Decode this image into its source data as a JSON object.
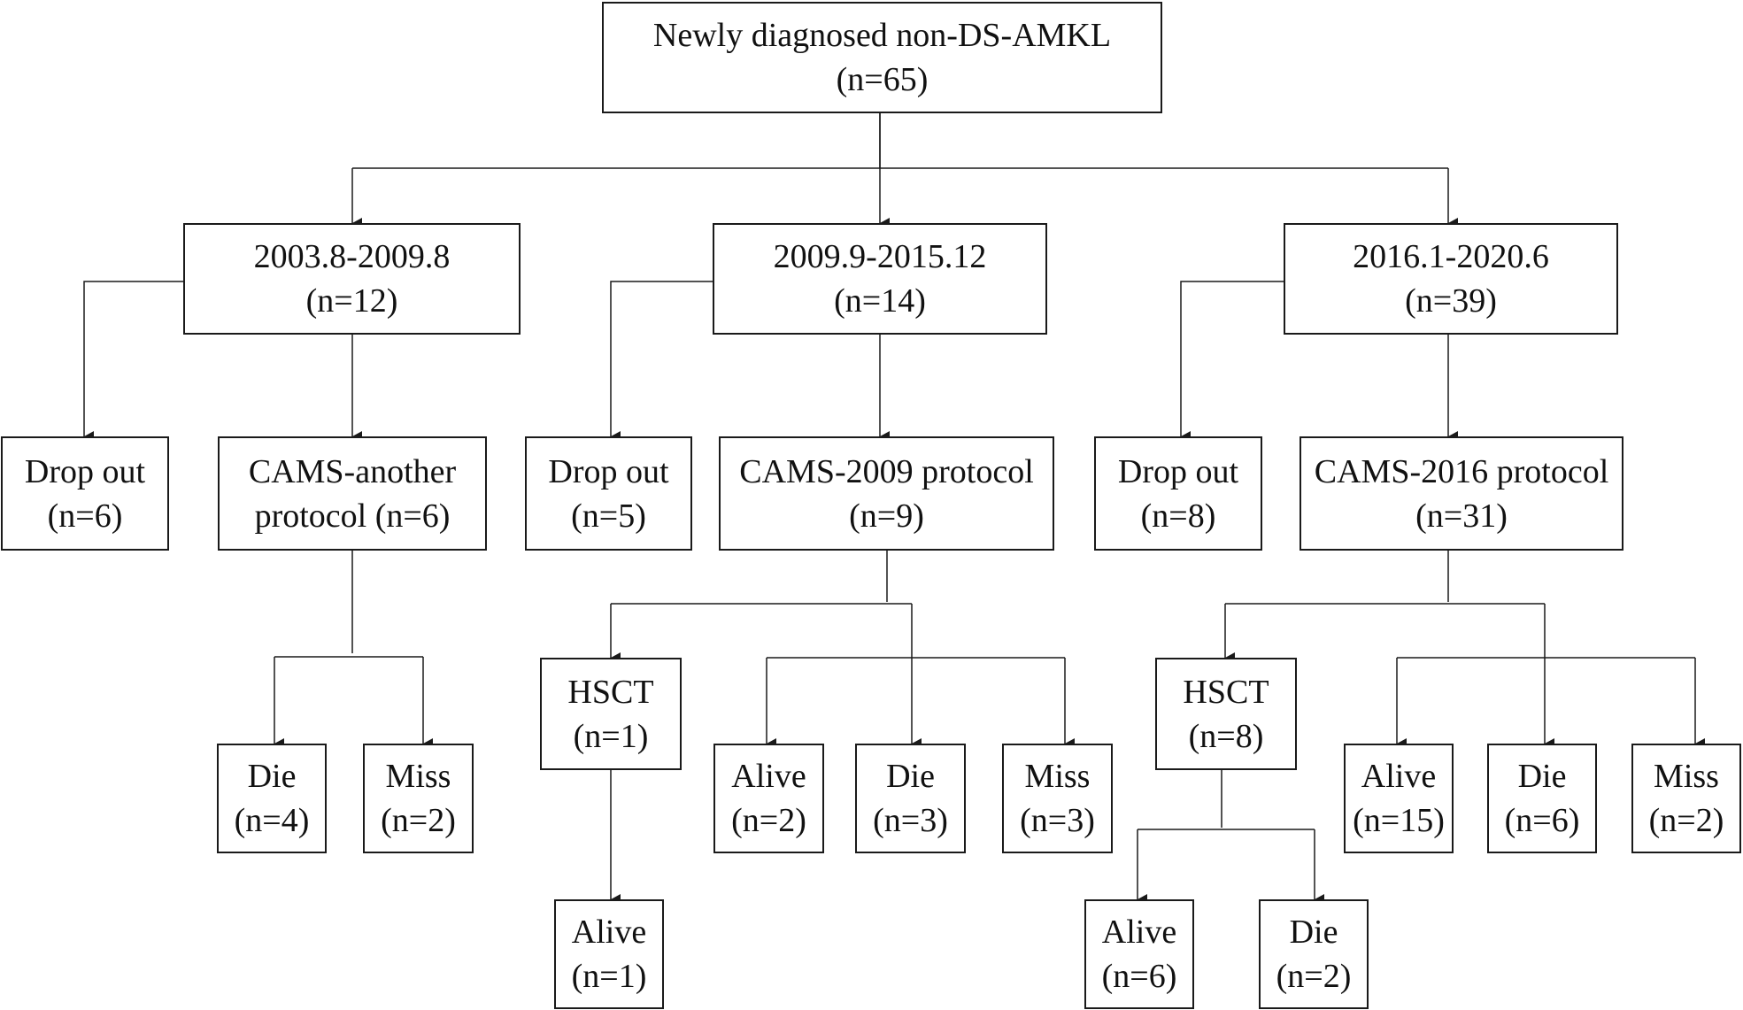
{
  "colors": {
    "line": "#1a1a1a",
    "text": "#111111",
    "background": "#ffffff"
  },
  "nodes": {
    "root": {
      "l1": "Newly diagnosed non-DS-AMKL",
      "l2": "(n=65)"
    },
    "period1": {
      "l1": "2003.8-2009.8",
      "l2": "(n=12)"
    },
    "period2": {
      "l1": "2009.9-2015.12",
      "l2": "(n=14)"
    },
    "period3": {
      "l1": "2016.1-2020.6",
      "l2": "(n=39)"
    },
    "drop1": {
      "l1": "Drop out",
      "l2": "(n=6)"
    },
    "camsAnother": {
      "l1": "CAMS-another",
      "l2": "protocol (n=6)"
    },
    "drop2": {
      "l1": "Drop out",
      "l2": "(n=5)"
    },
    "cams2009": {
      "l1": "CAMS-2009 protocol",
      "l2": "(n=9)"
    },
    "drop3": {
      "l1": "Drop out",
      "l2": "(n=8)"
    },
    "cams2016": {
      "l1": "CAMS-2016 protocol",
      "l2": "(n=31)"
    },
    "die1": {
      "l1": "Die",
      "l2": "(n=4)"
    },
    "miss1": {
      "l1": "Miss",
      "l2": "(n=2)"
    },
    "hsct2": {
      "l1": "HSCT",
      "l2": "(n=1)"
    },
    "alive2": {
      "l1": "Alive",
      "l2": "(n=2)"
    },
    "die2": {
      "l1": "Die",
      "l2": "(n=3)"
    },
    "miss2": {
      "l1": "Miss",
      "l2": "(n=3)"
    },
    "hsct3": {
      "l1": "HSCT",
      "l2": "(n=8)"
    },
    "alive3": {
      "l1": "Alive",
      "l2": "(n=15)"
    },
    "die3": {
      "l1": "Die",
      "l2": "(n=6)"
    },
    "miss3": {
      "l1": "Miss",
      "l2": "(n=2)"
    },
    "aliveH2": {
      "l1": "Alive",
      "l2": "(n=1)"
    },
    "aliveH3": {
      "l1": "Alive",
      "l2": "(n=6)"
    },
    "dieH3": {
      "l1": "Die",
      "l2": "(n=2)"
    }
  }
}
